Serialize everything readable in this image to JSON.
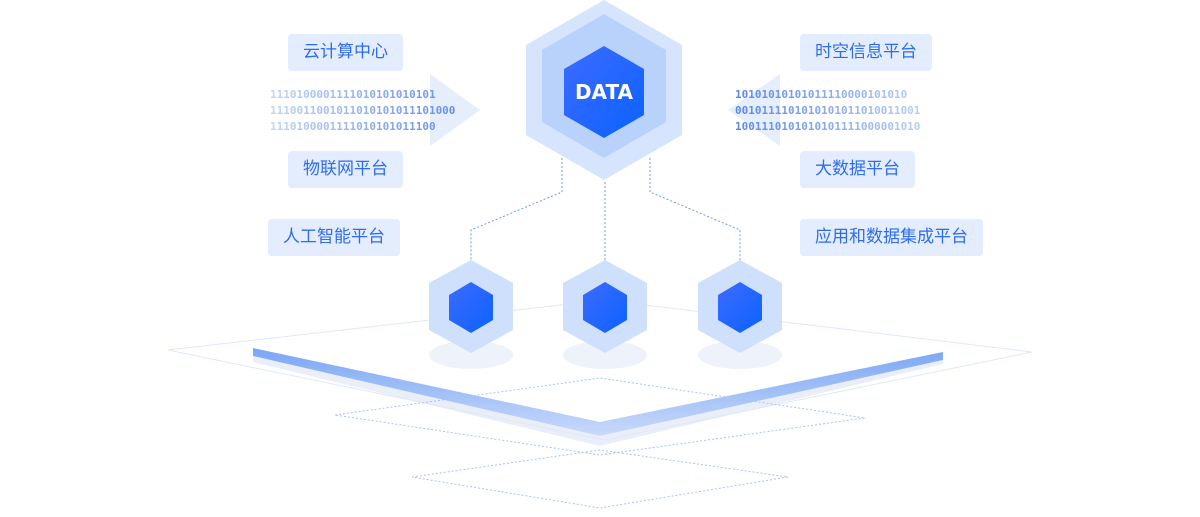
{
  "center_label": "DATA",
  "left_labels": [
    "云计算中心",
    "物联网平台",
    "人工智能平台"
  ],
  "right_labels": [
    "时空信息平台",
    "大数据平台",
    "应用和数据集成平台"
  ],
  "binary_left": [
    "1110100001111010101010101",
    "1110011001011010101011101000",
    "1110100001111010101011100"
  ],
  "binary_right": [
    "10101010101011110000101010",
    "0010111101010101011010011001",
    "1001110101010101111000001010"
  ],
  "colors": {
    "accent": "#2f6cf0",
    "label_bg": "#e3edfd",
    "cube": "#1f5cff"
  }
}
